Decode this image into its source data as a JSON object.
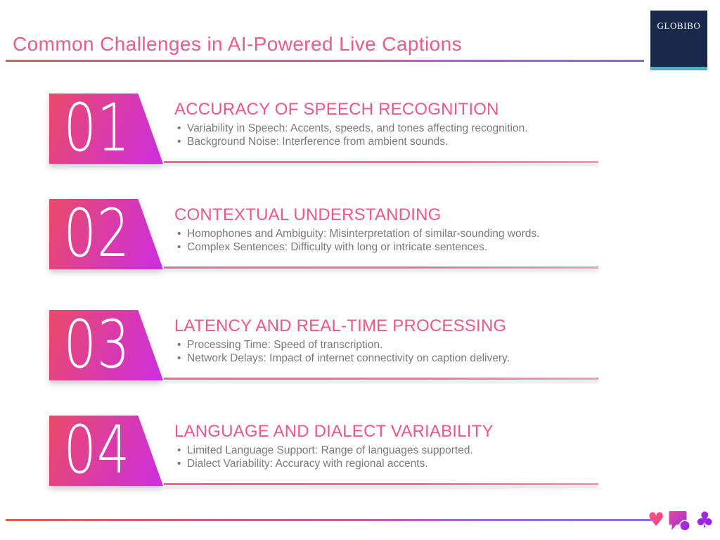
{
  "header": {
    "title": "Common Challenges in AI-Powered Live Captions",
    "logo_text": "GLOBIBO"
  },
  "sections": [
    {
      "number": "01",
      "heading": "ACCURACY OF SPEECH RECOGNITION",
      "bullets": [
        "Variability in Speech: Accents, speeds, and tones affecting recognition.",
        "Background Noise: Interference from ambient sounds."
      ]
    },
    {
      "number": "02",
      "heading": "CONTEXTUAL UNDERSTANDING",
      "bullets": [
        "Homophones and Ambiguity: Misinterpretation of similar-sounding words.",
        "Complex Sentences: Difficulty with long or intricate sentences."
      ]
    },
    {
      "number": "03",
      "heading": "LATENCY AND REAL-TIME PROCESSING",
      "bullets": [
        "Processing Time: Speed of transcription.",
        "Network Delays: Impact of internet connectivity on caption delivery."
      ]
    },
    {
      "number": "04",
      "heading": "LANGUAGE AND DIALECT VARIABILITY",
      "bullets": [
        "Limited Language Support: Range of languages supported.",
        "Dialect Variability: Accuracy with regional accents."
      ]
    }
  ],
  "footer": {
    "icons": [
      {
        "name": "heart-icon",
        "glyph": "♥"
      },
      {
        "name": "chat-bubble-icon",
        "glyph": ""
      },
      {
        "name": "club-icon",
        "glyph": "♣"
      }
    ]
  },
  "colors": {
    "title_pink": "#ef5a8d",
    "heading_pink": "#f0568c",
    "bullet_gray": "#7a7a7a",
    "block_gradient_start": "#e94a6e",
    "block_gradient_end": "#ce2fd9",
    "underline_gradient_start": "#e65a4e",
    "underline_gradient_end": "#8b63ea",
    "section_line_pink": "#e5779f",
    "logo_navy": "#18294a",
    "logo_teal": "#56aac6"
  }
}
